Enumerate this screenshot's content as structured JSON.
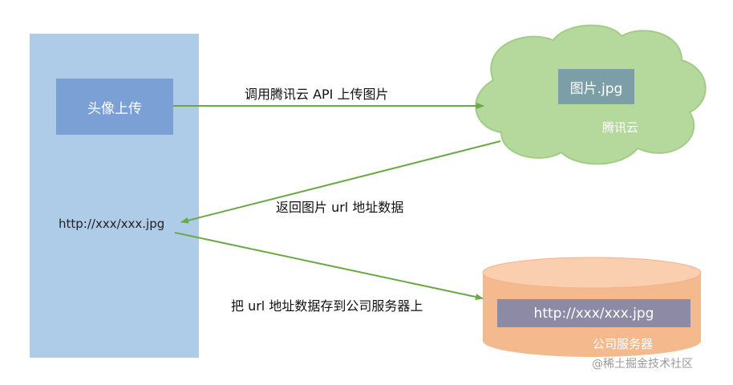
{
  "client": {
    "upload_label": "头像上传",
    "url_text": "http://xxx/xxx.jpg"
  },
  "cloud": {
    "file_label": "图片.jpg",
    "name": "腾讯云"
  },
  "server": {
    "url_text": "http://xxx/xxx.jpg",
    "name": "公司服务器"
  },
  "arrows": {
    "upload": "调用腾讯云 API 上传图片",
    "return": "返回图片 url 地址数据",
    "save": "把 url 地址数据存到公司服务器上"
  },
  "watermark": "@稀土掘金技术社区",
  "colors": {
    "client_panel": "#aecbe8",
    "upload_box": "#7aa0d6",
    "cloud_fill": "#b5d89c",
    "cloud_stroke": "#a3cc86",
    "arrow": "#6aaa45",
    "cylinder_body": "#f5b98e",
    "cylinder_top": "#f9cfb0",
    "server_url_box": "#8c8aa5",
    "jpg_box": "#7c9fa7"
  }
}
